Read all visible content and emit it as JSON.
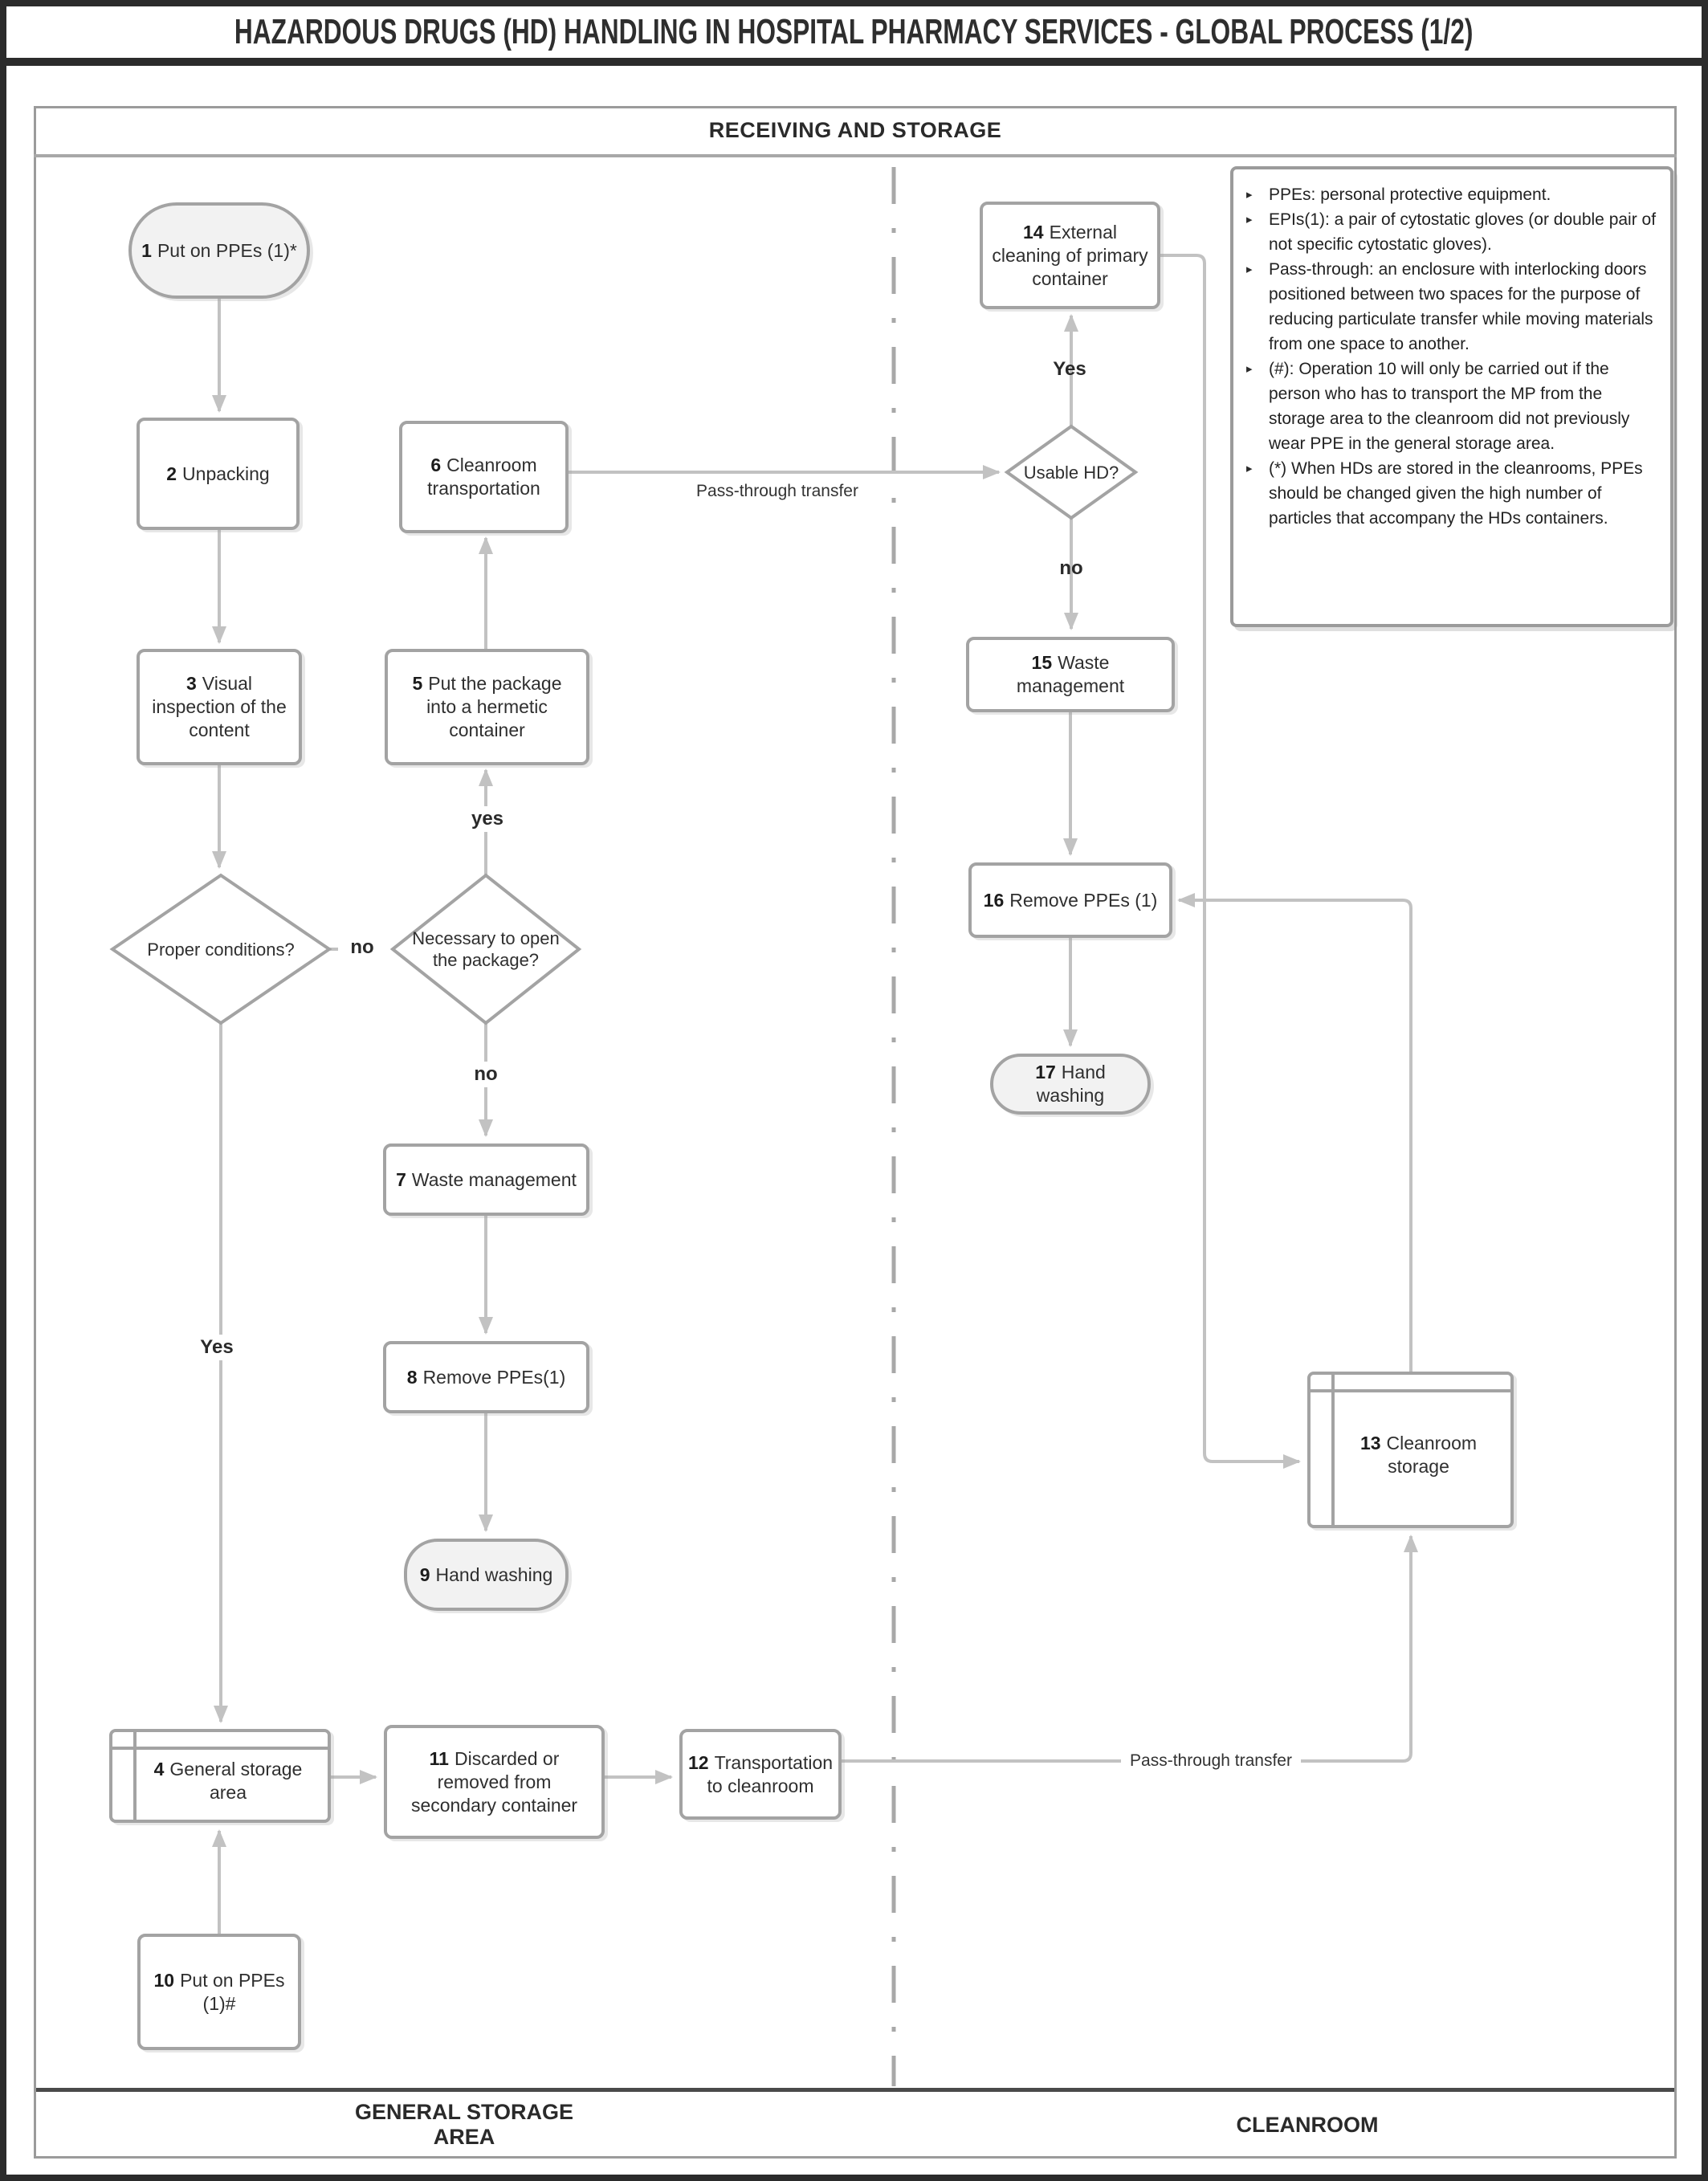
{
  "title": "HAZARDOUS DRUGS (HD) HANDLING IN HOSPITAL PHARMACY SERVICES - GLOBAL PROCESS (1/2)",
  "section_header": "RECEIVING AND STORAGE",
  "lanes": {
    "left_line1": "GENERAL STORAGE",
    "left_line2": "AREA",
    "right": "CLEANROOM"
  },
  "nodes": {
    "n1": {
      "num": "1",
      "text": "Put on PPEs (1)*"
    },
    "n2": {
      "num": "2",
      "text": "Unpacking"
    },
    "n3": {
      "num": "3",
      "text": "Visual inspection of the content"
    },
    "n4": {
      "num": "4",
      "text": "General storage area"
    },
    "n5": {
      "num": "5",
      "text": "Put the package into a hermetic container"
    },
    "n6": {
      "num": "6",
      "text": "Cleanroom transportation"
    },
    "n7": {
      "num": "7",
      "text": "Waste management"
    },
    "n8": {
      "num": "8",
      "text": "Remove PPEs(1)"
    },
    "n9": {
      "num": "9",
      "text": "Hand washing"
    },
    "n10": {
      "num": "10",
      "text": "Put on PPEs (1)#"
    },
    "n11": {
      "num": "11",
      "text": "Discarded or removed from secondary container"
    },
    "n12": {
      "num": "12",
      "text": "Transportation to cleanroom"
    },
    "n13": {
      "num": "13",
      "text": "Cleanroom storage"
    },
    "n14": {
      "num": "14",
      "text": "External cleaning of primary container"
    },
    "n15": {
      "num": "15",
      "text": "Waste management"
    },
    "n16": {
      "num": "16",
      "text": "Remove PPEs (1)"
    },
    "n17": {
      "num": "17",
      "text": "Hand washing"
    }
  },
  "decisions": {
    "d1": "Proper conditions?",
    "d2": "Necessary to open the package?",
    "d3": "Usable HD?"
  },
  "edge_labels": {
    "pass_through_top": "Pass-through transfer",
    "pass_through_bottom": "Pass-through transfer",
    "yes_to_hermetic": "yes",
    "no_between_diamonds": "no",
    "no_to_waste7": "no",
    "yes_to_storage": "Yes",
    "yes_to_cleaning": "Yes",
    "no_to_waste15": "no"
  },
  "notes": {
    "items": [
      "PPEs: personal protective equipment.",
      "EPIs(1): a pair of cytostatic gloves (or double pair of  not specific cytostatic gloves).",
      "Pass-through: an enclosure with interlocking doors positioned between two spaces for the purpose of reducing particulate transfer while moving materials from one space to another.",
      "(#):  Operation 10 will only be carried out if the person who has to transport the MP from the storage area to the cleanroom did not previously wear PPE in the general storage area.",
      "(*) When HDs are stored in the cleanrooms, PPEs should be changed given the high number of particles that accompany the HDs containers."
    ]
  },
  "colors": {
    "border_dark": "#2b2b2b",
    "node_border": "#a3a3a3",
    "connector": "#c2c2c2",
    "frame_border": "#9b9b9b",
    "pill_fill": "#f2f2f2",
    "text": "#2f2f2f",
    "separator": "#4a4a4a"
  }
}
